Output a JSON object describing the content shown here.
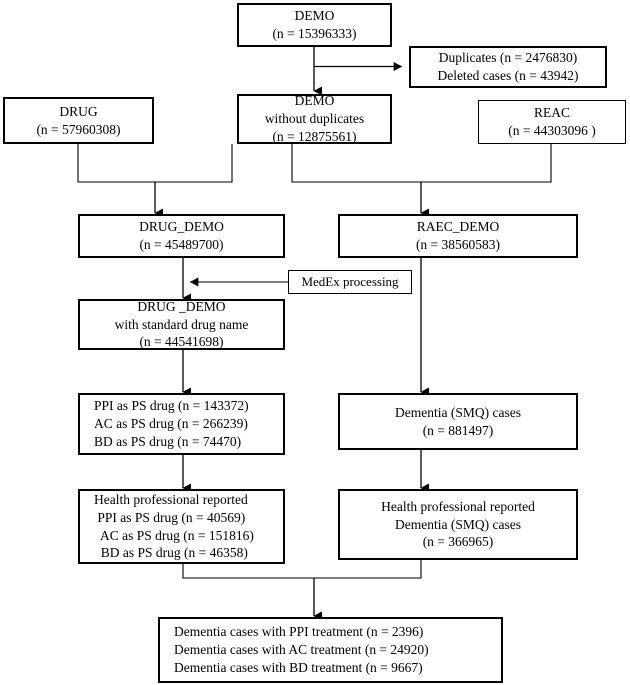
{
  "figure": {
    "type": "flowchart",
    "title": "FAERS data processing flow diagram",
    "background": "#ffffff",
    "line_color": "#000000",
    "box_border_color": "#000000"
  },
  "nodes": [
    {
      "id": "demo",
      "name": "demo-box",
      "lines": [
        "DEMO",
        "(n = 15396333)"
      ]
    },
    {
      "id": "duplicates",
      "name": "duplicates-deleted-box",
      "lines": [
        "Duplicates (n = 2476830)",
        "Deleted cases (n = 43942)"
      ]
    },
    {
      "id": "drug",
      "name": "drug-box",
      "lines": [
        "DRUG",
        "(n = 57960308)"
      ]
    },
    {
      "id": "demo_nodup",
      "name": "demo-without-duplicates-box",
      "lines": [
        "DEMO",
        "without duplicates",
        "(n = 12875561)"
      ]
    },
    {
      "id": "reac",
      "name": "reac-box",
      "lines": [
        "REAC",
        "(n = 44303096 )"
      ]
    },
    {
      "id": "drug_demo",
      "name": "drug-demo-box",
      "lines": [
        "DRUG_DEMO",
        "(n = 45489700)"
      ]
    },
    {
      "id": "raec_demo",
      "name": "raec-demo-box",
      "lines": [
        "RAEC_DEMO",
        "(n = 38560583)"
      ]
    },
    {
      "id": "medex",
      "name": "medex-processing-box",
      "lines": [
        "MedEx processing"
      ]
    },
    {
      "id": "drug_demo_std",
      "name": "drug-demo-standard-name-box",
      "lines": [
        "DRUG _DEMO",
        "with standard drug name",
        "(n = 44541698)"
      ]
    },
    {
      "id": "ps_drugs",
      "name": "ps-drug-counts-box",
      "lines": [
        "PPI as PS drug (n = 143372)",
        "AC as PS drug (n = 266239)",
        "BD as PS drug (n = 74470)"
      ]
    },
    {
      "id": "dementia_smq",
      "name": "dementia-smq-cases-box",
      "lines": [
        "Dementia (SMQ) cases",
        "(n = 881497)"
      ]
    },
    {
      "id": "hp_ps_drugs",
      "name": "health-professional-ps-drug-box",
      "lines": [
        "Health professional reported",
        " PPI as PS drug (n = 40569)",
        "  AC as PS drug (n = 151816)",
        "  BD as PS drug (n = 46358)"
      ]
    },
    {
      "id": "hp_dementia",
      "name": "health-professional-dementia-box",
      "lines": [
        "Health professional reported",
        "Dementia (SMQ) cases",
        "(n = 366965)"
      ]
    },
    {
      "id": "final",
      "name": "final-dementia-treatment-box",
      "lines": [
        "Dementia cases with PPI treatment (n = 2396)",
        "Dementia cases with AC treatment (n = 24920)",
        "Dementia cases with BD treatment (n = 9667)"
      ]
    }
  ],
  "edges": [
    {
      "name": "edge-demo-to-duplicates",
      "from": "demo",
      "to": "duplicates",
      "arrow": "right"
    },
    {
      "name": "edge-demo-to-demo-nodup",
      "from": "demo",
      "to": "demo_nodup",
      "arrow": "down"
    },
    {
      "name": "edge-drug-and-demo-to-drug-demo",
      "from": "drug + demo_nodup",
      "to": "drug_demo",
      "arrow": "down"
    },
    {
      "name": "edge-demo-and-reac-to-raec-demo",
      "from": "demo_nodup + reac",
      "to": "raec_demo",
      "arrow": "down"
    },
    {
      "name": "edge-drug-demo-to-standard",
      "from": "drug_demo",
      "to": "drug_demo_std",
      "arrow": "down"
    },
    {
      "name": "edge-medex-to-pipeline",
      "from": "medex",
      "to": "drug_demo-to-standard connector",
      "arrow": "left"
    },
    {
      "name": "edge-standard-to-ps-drugs",
      "from": "drug_demo_std",
      "to": "ps_drugs",
      "arrow": "down"
    },
    {
      "name": "edge-raec-demo-to-dementia-smq",
      "from": "raec_demo",
      "to": "dementia_smq",
      "arrow": "down"
    },
    {
      "name": "edge-ps-drugs-to-hp-ps-drugs",
      "from": "ps_drugs",
      "to": "hp_ps_drugs",
      "arrow": "down"
    },
    {
      "name": "edge-dementia-smq-to-hp-dementia",
      "from": "dementia_smq",
      "to": "hp_dementia",
      "arrow": "down"
    },
    {
      "name": "edge-merge-to-final",
      "from": "hp_ps_drugs + hp_dementia",
      "to": "final",
      "arrow": "down"
    }
  ]
}
